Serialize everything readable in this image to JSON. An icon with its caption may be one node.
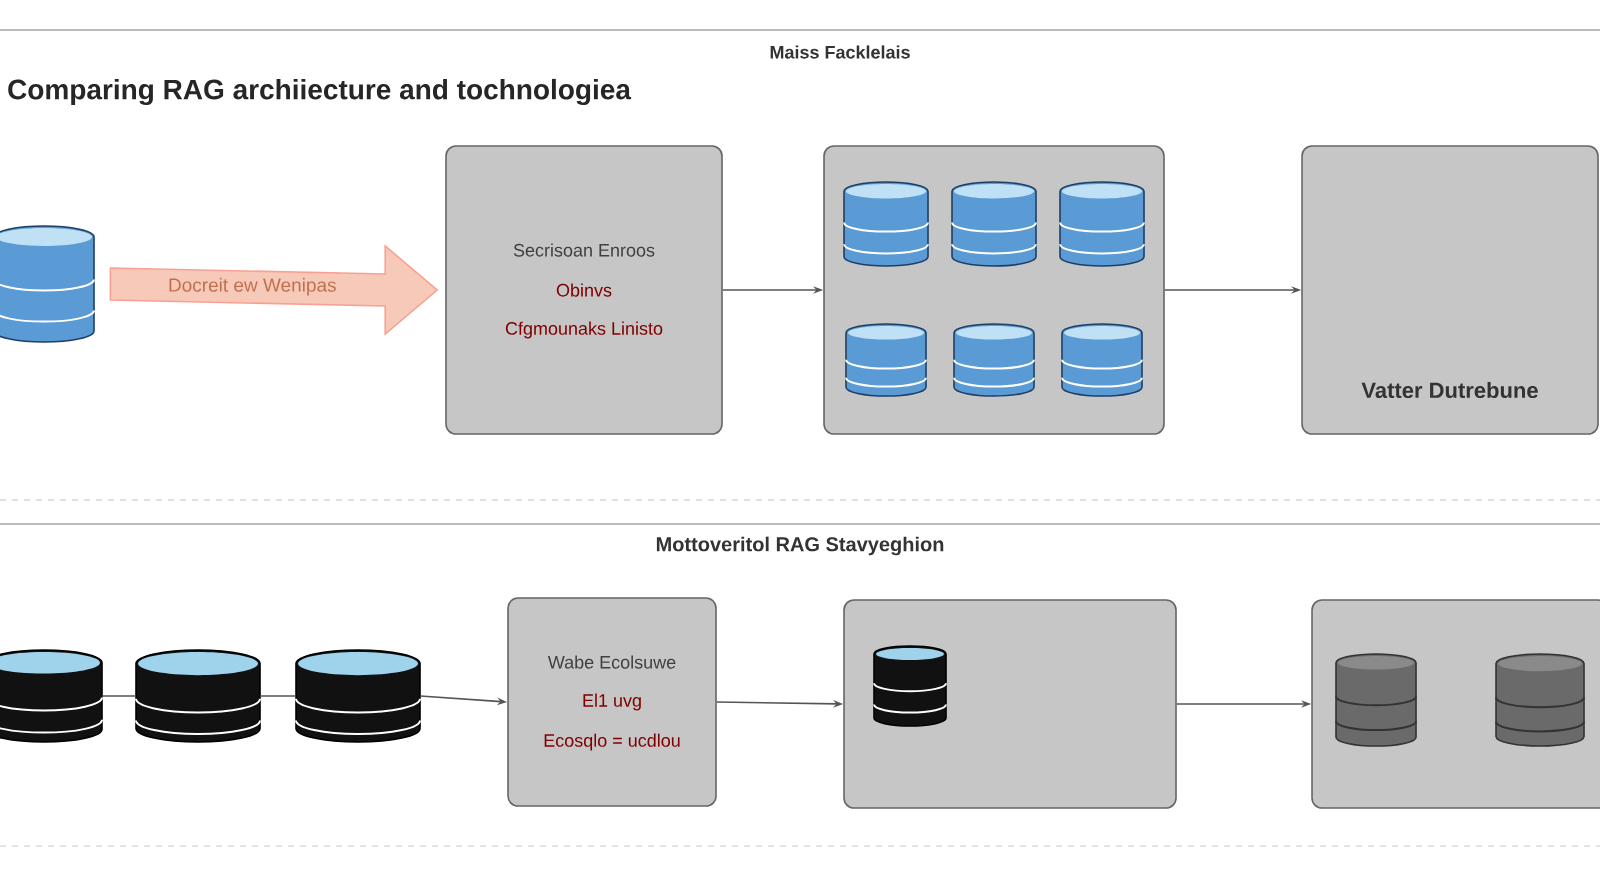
{
  "diagram": {
    "title": "Comparing RAG archiiecture and tochnologiea",
    "nodes": [
      {
        "text": [],
        "shape": "cylinder"
      },
      {
        "text": [
          "Secrisoan Enroos",
          "Obinvs",
          "Cfgmounaks Linisto"
        ]
      },
      {
        "text": [],
        "shape": "box"
      },
      {
        "text": [],
        "shape": "cylinder",
        "in": 2
      },
      {
        "text": [],
        "shape": "cylinder",
        "in": 2
      },
      {
        "text": [],
        "shape": "cylinder",
        "in": 2
      },
      {
        "text": [],
        "shape": "cylinder",
        "in": 2
      },
      {
        "text": [],
        "shape": "cylinder",
        "in": 2
      },
      {
        "text": [],
        "shape": "cylinder",
        "in": 2
      },
      {
        "text": [
          "Vatter Dutrebune"
        ]
      },
      {
        "text": [],
        "shape": "cylinder"
      },
      {
        "text": [],
        "shape": "cylinder"
      },
      {
        "text": [],
        "shape": "cylinder"
      },
      {
        "text": [
          "Wabe Ecolsuwe",
          "El1 uvg",
          "Ecosqlo = ucdlou"
        ]
      },
      {
        "text": [],
        "shape": "box"
      },
      {
        "text": [],
        "shape": "cylinder",
        "in": 14
      },
      {
        "text": [],
        "shape": "box"
      },
      {
        "text": [],
        "shape": "cylinder",
        "in": 16
      },
      {
        "text": [],
        "shape": "cylinder",
        "in": 16
      }
    ],
    "edges": [
      {
        "from": 0,
        "to": 1,
        "arrow": "to",
        "label": "Docreit ew Wenipas",
        "style": "thick",
        "color": "#f6c9b8"
      },
      {
        "from": 1,
        "to": 2,
        "arrow": "to"
      },
      {
        "from": 2,
        "to": 9,
        "arrow": "to"
      },
      {
        "from": 10,
        "to": 11,
        "arrow": "none"
      },
      {
        "from": 11,
        "to": 12,
        "arrow": "none"
      },
      {
        "from": 12,
        "to": 13,
        "arrow": "to"
      },
      {
        "from": 13,
        "to": 14,
        "arrow": "to"
      },
      {
        "from": 14,
        "to": 16,
        "arrow": "to"
      }
    ],
    "labels": [
      "Maiss Facklelais",
      "Mottoveritol RAG Stavyeghion"
    ]
  }
}
